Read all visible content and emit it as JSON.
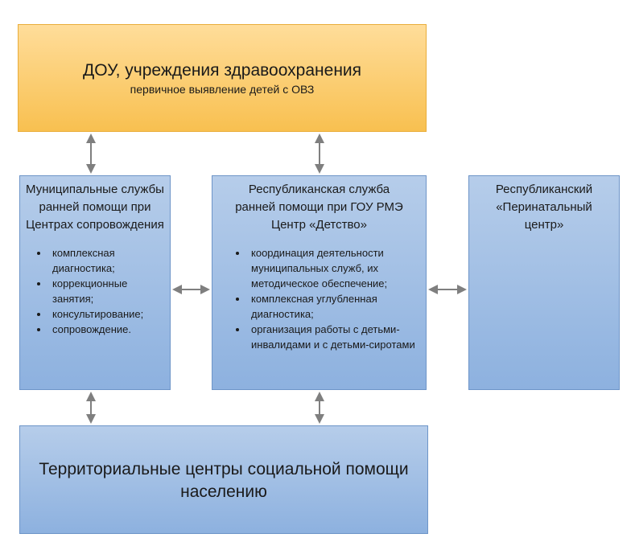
{
  "top": {
    "title": "ДОУ, учреждения здравоохранения",
    "subtitle": "первичное выявление детей с ОВЗ"
  },
  "left": {
    "title": "Муниципальные службы ранней помощи при Центрах сопровождения",
    "items": [
      "комплексная диагностика;",
      "коррекционные занятия;",
      "консультирование;",
      "сопровождение."
    ]
  },
  "middle": {
    "title": "Республиканская служба ранней помощи при ГОУ РМЭ Центр «Детство»",
    "items": [
      "координация деятельности муниципальных служб, их методическое обеспечение;",
      "комплексная углубленная диагностика;",
      "организация работы с детьми-инвалидами и с детьми-сиротами"
    ]
  },
  "right": {
    "title": "Республиканский «Перинатальный центр»"
  },
  "bottom": {
    "title": "Территориальные центры социальной помощи населению"
  }
}
